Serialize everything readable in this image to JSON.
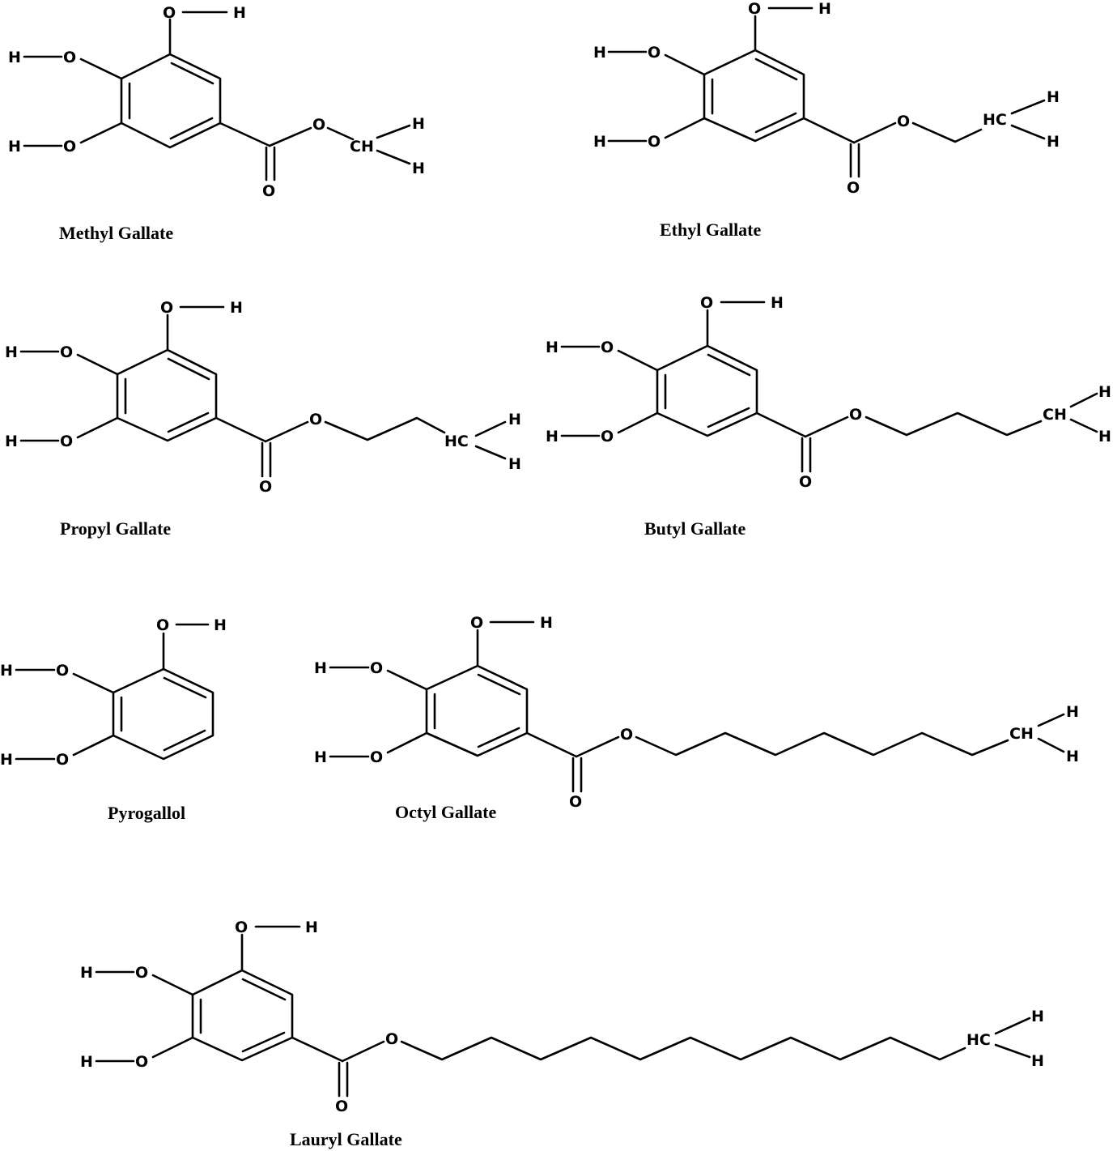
{
  "atoms": {
    "oxygen": "O",
    "hydrogen": "H",
    "methyl_right": "CH",
    "methyl_left": "HC"
  },
  "compounds": [
    {
      "id": "methyl",
      "name": "Methyl Gallate"
    },
    {
      "id": "ethyl",
      "name": "Ethyl Gallate"
    },
    {
      "id": "propyl",
      "name": "Propyl Gallate"
    },
    {
      "id": "butyl",
      "name": "Butyl Gallate"
    },
    {
      "id": "pyrogallol",
      "name": "Pyrogallol"
    },
    {
      "id": "octyl",
      "name": "Octyl Gallate"
    },
    {
      "id": "lauryl",
      "name": "Lauryl Gallate"
    }
  ]
}
